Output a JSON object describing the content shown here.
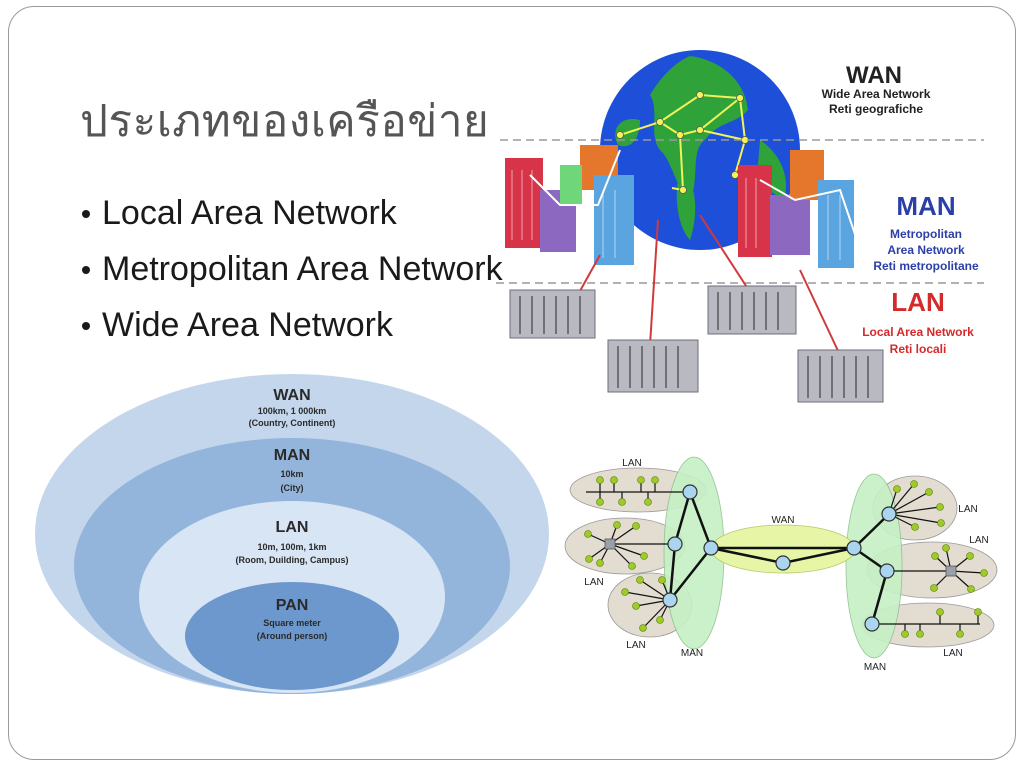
{
  "slide": {
    "title": "ประเภทของเครือข่าย",
    "bullets": [
      "Local Area Network",
      "Metropolitan Area Network",
      "Wide Area Network"
    ]
  },
  "scope_diagram": {
    "rings": [
      {
        "name": "WAN",
        "range": "100km, 1 000km",
        "scope": "(Country, Continent)",
        "color": "#c3d6ec"
      },
      {
        "name": "MAN",
        "range": "10km",
        "scope": "(City)",
        "color": "#93b5db"
      },
      {
        "name": "LAN",
        "range": "10m, 100m, 1km",
        "scope": "(Room, Duilding, Campus)",
        "color": "#d8e5f4"
      },
      {
        "name": "PAN",
        "range": "Square meter",
        "scope": "(Around person)",
        "color": "#6c98cd"
      }
    ]
  },
  "geo_diagram": {
    "wan": {
      "name": "WAN",
      "line1": "Wide Area Network",
      "line2": "Reti geografiche",
      "color": "#222222"
    },
    "man": {
      "name": "MAN",
      "line1": "Metropolitan",
      "line2": "Area Network",
      "line3": "Reti metropolitane",
      "color": "#2b3fa8"
    },
    "lan": {
      "name": "LAN",
      "line1": "Local Area Network",
      "line2": "Reti locali",
      "color": "#d42a2a"
    }
  },
  "topology_diagram": {
    "labels": {
      "lan_top_left": "LAN",
      "lan_mid_left": "LAN",
      "lan_bottom_left": "LAN",
      "man_left": "MAN",
      "wan_center": "WAN",
      "lan_top_right": "LAN",
      "lan_mid_right": "LAN",
      "lan_bottom_right": "LAN",
      "man_right": "MAN"
    },
    "colors": {
      "lan": "#e3dcd0",
      "man": "#c6f0c6",
      "wan": "#e6f5a6",
      "node": "#a9d6ee",
      "leaf": "#9ccb2a"
    }
  }
}
